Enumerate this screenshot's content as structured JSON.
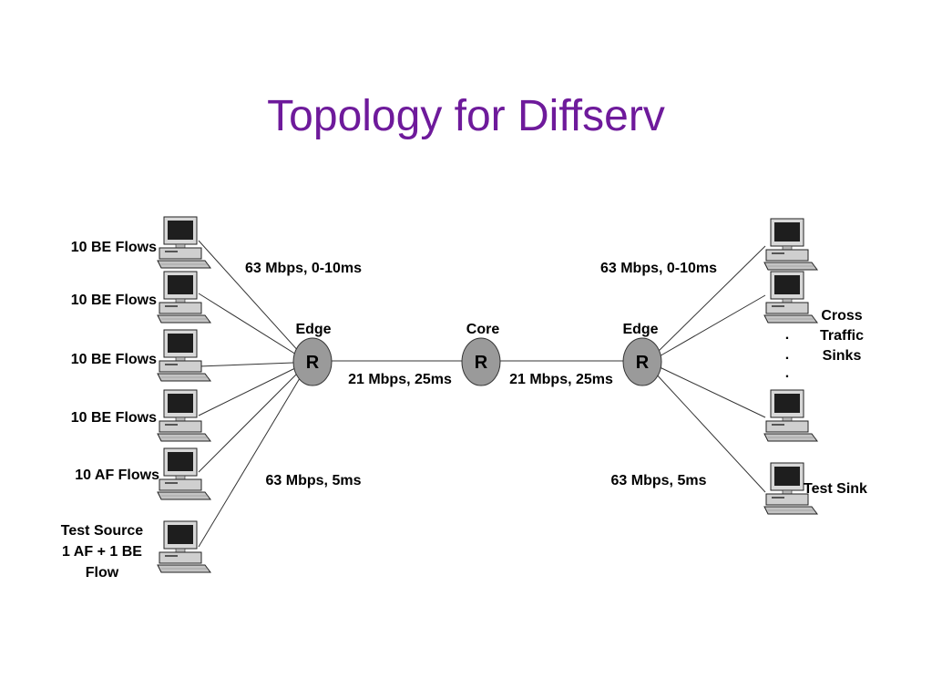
{
  "title": "Topology for Diffserv",
  "colors": {
    "title": "#6e1a9b",
    "router_fill": "#9a9a9a",
    "link": "#333333"
  },
  "sources": {
    "s1": "10 BE Flows",
    "s2": "10 BE Flows",
    "s3": "10 BE Flows",
    "s4": "10 BE Flows",
    "s5": "10 AF Flows",
    "test_line1": "Test Source",
    "test_line2": "1 AF + 1 BE",
    "test_line3": "Flow"
  },
  "routers": {
    "edge_left": {
      "role": "Edge",
      "symbol": "R"
    },
    "core": {
      "role": "Core",
      "symbol": "R"
    },
    "edge_right": {
      "role": "Edge",
      "symbol": "R"
    }
  },
  "links": {
    "left_top": "63 Mbps, 0-10ms",
    "left_bottom": "63 Mbps, 5ms",
    "core_left": "21 Mbps, 25ms",
    "core_right": "21 Mbps, 25ms",
    "right_top": "63 Mbps, 0-10ms",
    "right_bottom": "63 Mbps, 5ms"
  },
  "sinks": {
    "cross_line1": "Cross",
    "cross_line2": "Traffic",
    "cross_line3": "Sinks",
    "test_sink": "Test Sink",
    "ellipsis": ". . ."
  },
  "icons": {
    "host": "computer-icon",
    "router": "router-icon"
  }
}
